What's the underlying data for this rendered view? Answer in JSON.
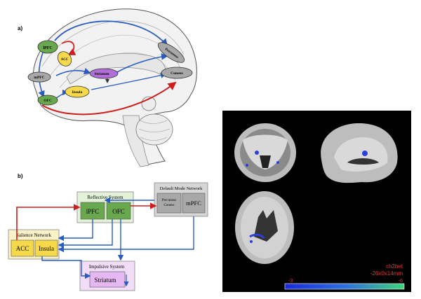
{
  "panel_a": {
    "label": "a)",
    "nodes": {
      "lpfc": "lPFC",
      "acc": "ACC",
      "mpfc": "mPFC",
      "striatum": "Striatum",
      "insula": "Insula",
      "ofc": "OFC",
      "precuneus": "Precuneus",
      "cuneus": "Cuneus"
    }
  },
  "panel_b": {
    "label": "b)",
    "reflective": {
      "title": "Reflective System",
      "lpfc": "lPFC",
      "ofc": "OFC"
    },
    "dmn": {
      "title": "Default Mode Network",
      "precuneus_line1": "Precuneus",
      "precuneus_line2": "Cuneus",
      "mpfc": "mPFC"
    },
    "salience": {
      "title": "Salience Network",
      "acc": "ACC",
      "insula": "Insula"
    },
    "impulsive": {
      "title": "Impulsive System",
      "striatum": "Striatum"
    }
  },
  "mri": {
    "template": "ch2bet",
    "coords": "-26x0x14mm",
    "scale_min": "-3",
    "scale_max": "-6"
  },
  "colors": {
    "green": "#6aa84f",
    "yellow": "#f5d94a",
    "purple": "#b06fd8",
    "gray": "#a8a8a8",
    "red": "#cc1f1f",
    "blue": "#2a5bbf"
  }
}
